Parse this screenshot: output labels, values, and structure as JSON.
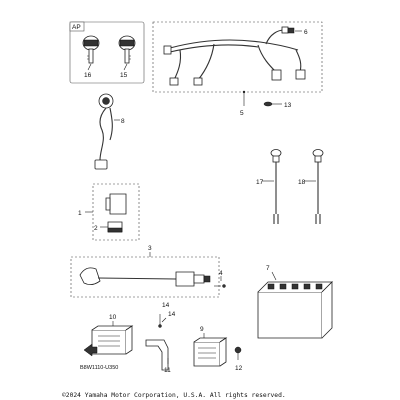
{
  "callouts": {
    "p1": "1",
    "p2": "2",
    "p3": "3",
    "p4": "4",
    "p5": "5",
    "p6": "6",
    "p7": "7",
    "p8": "8",
    "p9": "9",
    "p10": "10",
    "p11": "11",
    "p12": "12",
    "p13": "13",
    "p14a": "14",
    "p14b": "14",
    "p15": "15",
    "p16": "16",
    "p17": "17",
    "p18": "18"
  },
  "inset": {
    "label": "AP"
  },
  "drawing_code": "B8W1110-U350",
  "copyright": "©2024 Yamaha Motor Corporation, U.S.A. All rights reserved."
}
